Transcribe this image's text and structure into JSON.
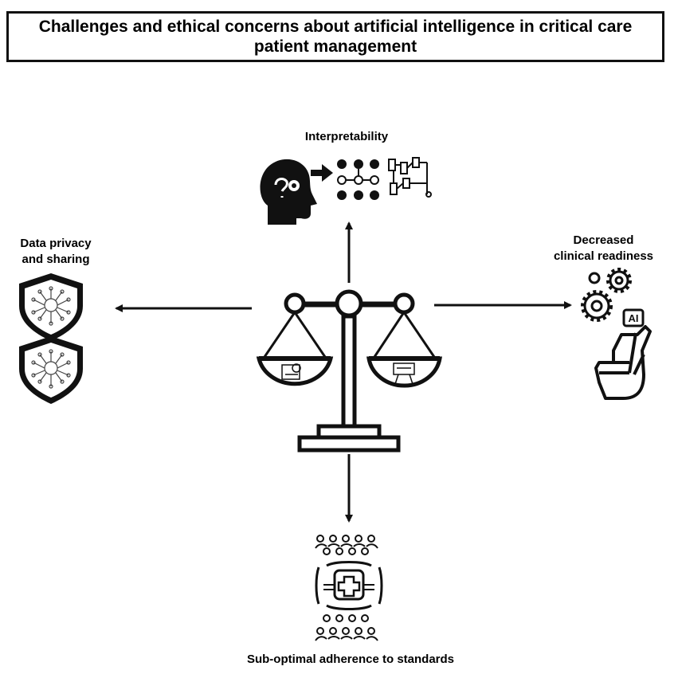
{
  "title": "Challenges and ethical concerns about artificial intelligence in critical care patient management",
  "labels": {
    "top": "Interpretability",
    "left_line1": "Data privacy",
    "left_line2": "and sharing",
    "right_line1": "Decreased",
    "right_line2": "clinical readiness",
    "bottom": "Sub-optimal adherence to standards",
    "ai_badge": "AI"
  },
  "icons": {
    "center": "balance-scale-icon",
    "top": "head-flowchart-icon",
    "left": "shield-network-icon",
    "right": "gears-crossed-fingers-icon",
    "bottom": "people-medical-cross-icon"
  },
  "colors": {
    "ink": "#111111",
    "background": "#ffffff"
  }
}
